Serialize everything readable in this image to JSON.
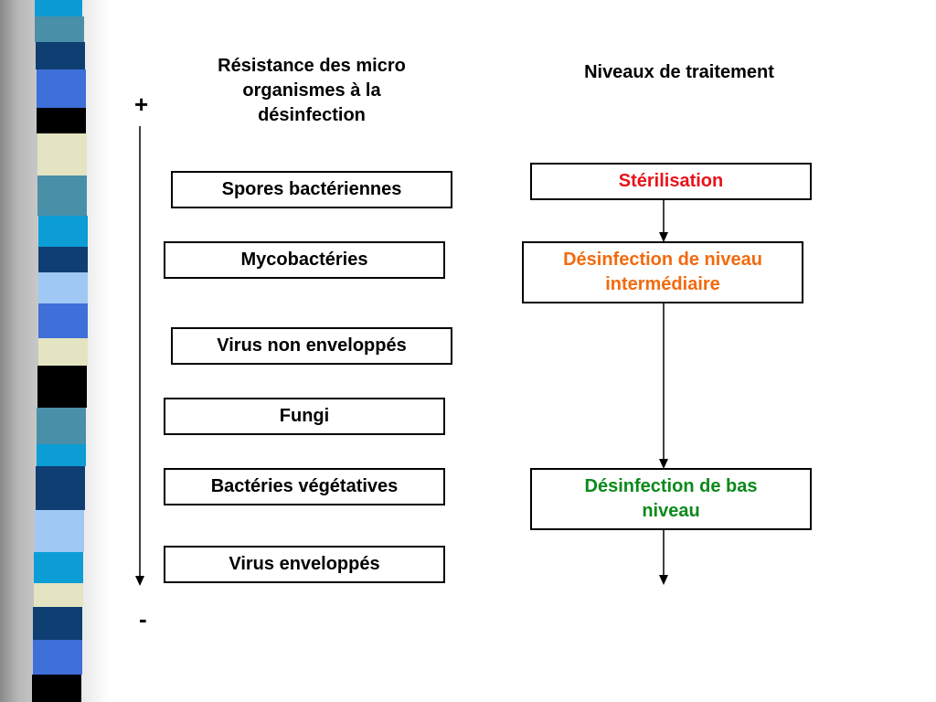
{
  "headings": {
    "resistance": "Résistance des micro\norganismes à la\ndésinfection",
    "treatment": "Niveaux de traitement"
  },
  "scale": {
    "plus": "+",
    "minus": "-"
  },
  "organisms": [
    "Spores bactériennes",
    "Mycobactéries",
    "Virus non enveloppés",
    "Fungi",
    "Bactéries végétatives",
    "Virus enveloppés"
  ],
  "treatments": [
    {
      "label": "Stérilisation",
      "color": "#e8131b"
    },
    {
      "label": "Désinfection de niveau\nintermédiaire",
      "color": "#f26a0e"
    },
    {
      "label": "Désinfection de bas\nniveau",
      "color": "#0a8a1a"
    }
  ],
  "colors": {
    "stripe_palette": [
      "#0d9bd6",
      "#4a8fa8",
      "#0f3e72",
      "#3f6fd8",
      "#000000",
      "#e4e4c2",
      "#9fc8f5",
      "#0c9dd4"
    ]
  }
}
